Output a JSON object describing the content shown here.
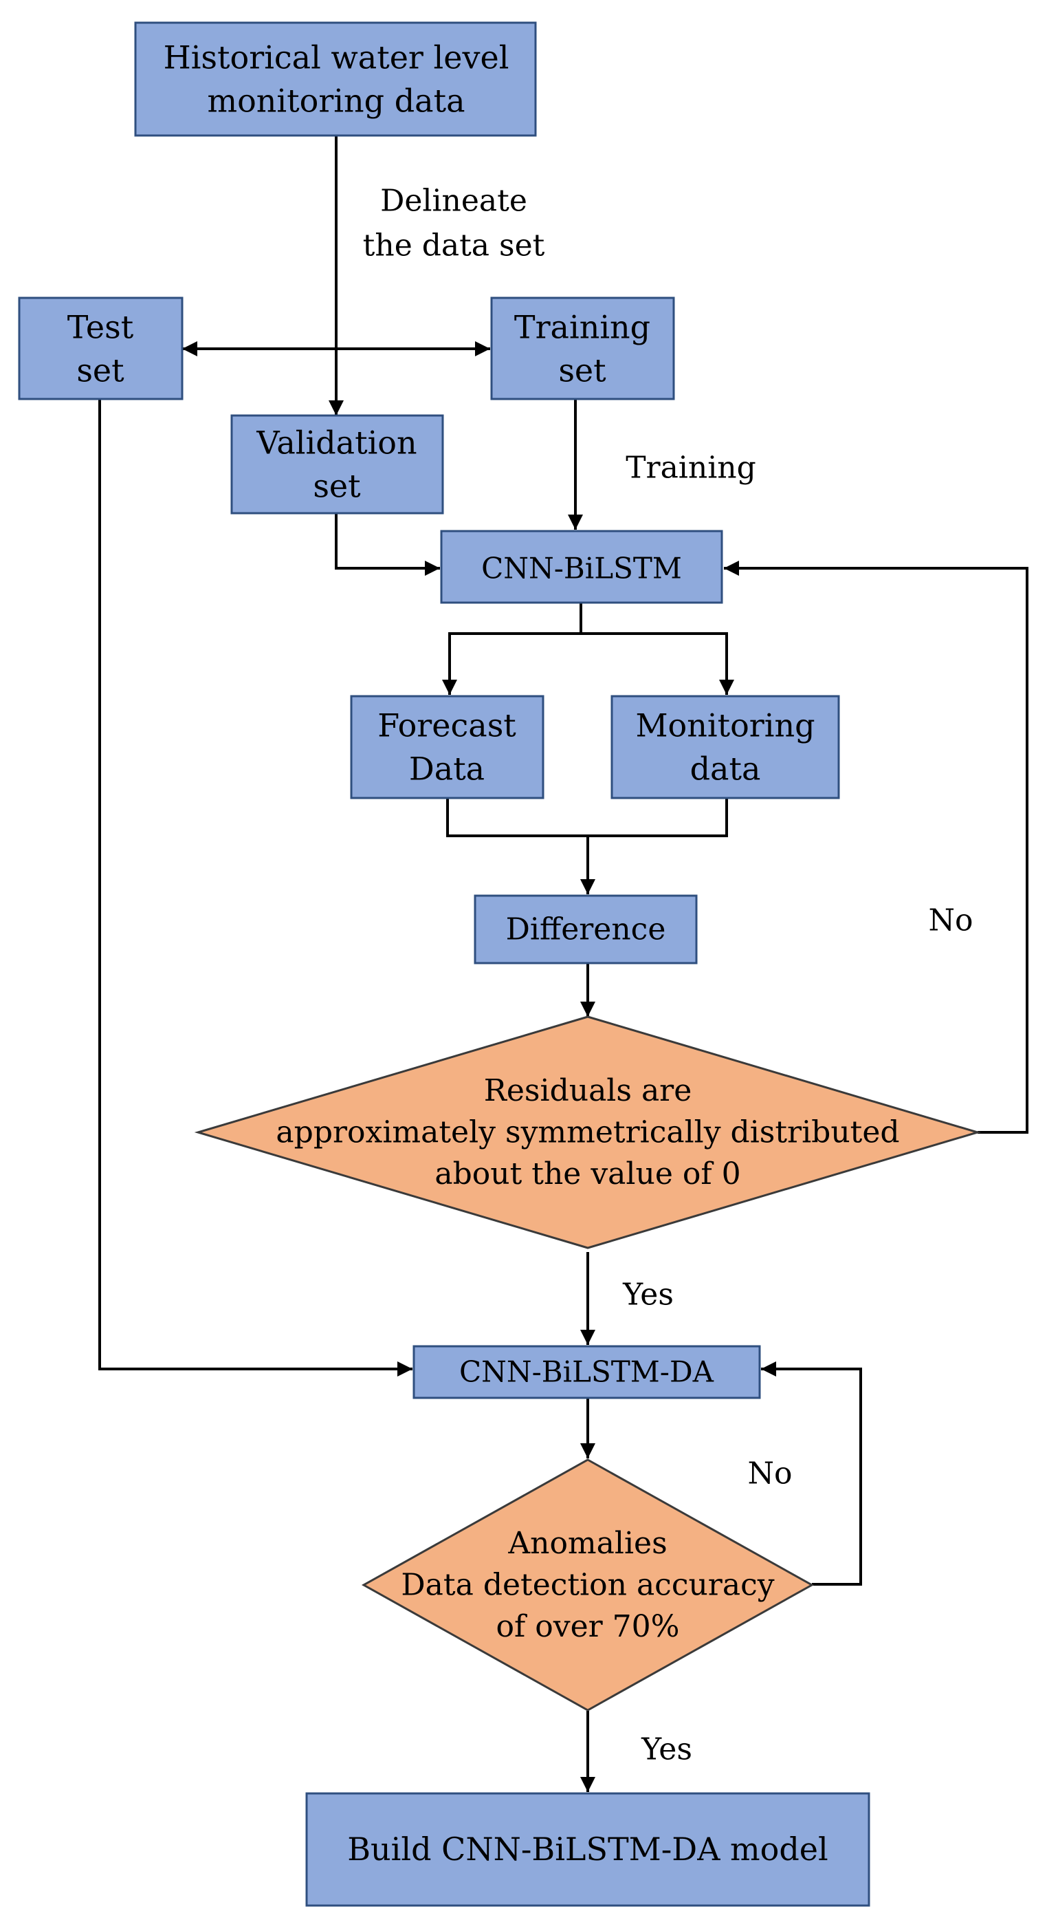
{
  "colors": {
    "process_fill": "#8faadc",
    "process_stroke": "#2f4f7f",
    "decision_fill": "#f4b183",
    "decision_stroke": "#3a3a3a",
    "line": "#000000"
  },
  "nodes": {
    "historical": {
      "lines": [
        "Historical water level",
        "monitoring data"
      ]
    },
    "test_set": {
      "lines": [
        "Test",
        "set"
      ]
    },
    "training_set": {
      "lines": [
        "Training",
        "set"
      ]
    },
    "validation_set": {
      "lines": [
        "Validation",
        "set"
      ]
    },
    "cnn_bilstm": {
      "lines": [
        "CNN-BiLSTM"
      ]
    },
    "forecast": {
      "lines": [
        "Forecast",
        "Data"
      ]
    },
    "monitoring": {
      "lines": [
        "Monitoring",
        "data"
      ]
    },
    "difference": {
      "lines": [
        "Difference"
      ]
    },
    "residuals": {
      "lines": [
        "Residuals are",
        "approximately symmetrically distributed",
        "about the value of 0"
      ]
    },
    "cnn_bilstm_da": {
      "lines": [
        "CNN-BiLSTM-DA"
      ]
    },
    "anomalies": {
      "lines": [
        "Anomalies",
        "Data detection accuracy",
        "of over 70%"
      ]
    },
    "build": {
      "lines": [
        "Build CNN-BiLSTM-DA model"
      ]
    }
  },
  "edge_labels": {
    "delineate": [
      "Delineate",
      "the data set"
    ],
    "training": "Training",
    "no_1": "No",
    "yes_1": "Yes",
    "no_2": "No",
    "yes_2": "Yes"
  }
}
